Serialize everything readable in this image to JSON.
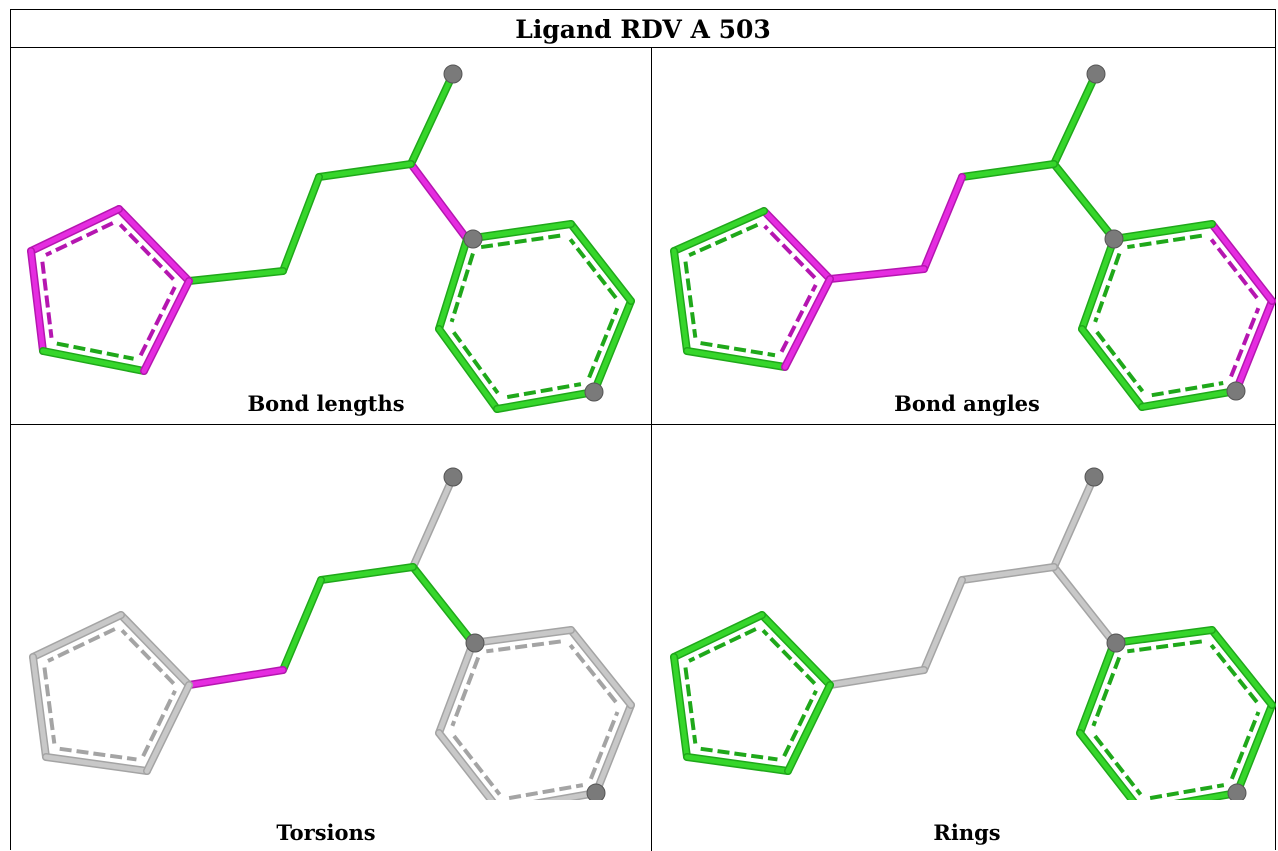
{
  "table": {
    "title": "Ligand RDV A 503",
    "panels": [
      {
        "caption": "Bond lengths"
      },
      {
        "caption": "Bond angles"
      },
      {
        "caption": "Torsions"
      },
      {
        "caption": "Rings"
      }
    ]
  },
  "colors": {
    "green": "#36d62b",
    "green_dark": "#1fa81a",
    "magenta": "#e52ce0",
    "magenta_dark": "#b516b0",
    "gray": "#c8c8c8",
    "gray_dark": "#a4a4a4",
    "atom": "#7a7a7a"
  },
  "bond_colors": {
    "bond_lengths": {
      "chain1": "magenta",
      "chain2": "green",
      "chain3": "green",
      "chain4": "green",
      "chain5": "green",
      "ring_a": [
        "magenta",
        "magenta",
        "magenta",
        "green",
        "magenta"
      ],
      "ring_b": [
        "green",
        "green",
        "green",
        "green",
        "green",
        "green"
      ]
    },
    "bond_angles": {
      "chain1": "green",
      "chain2": "green",
      "chain3": "green",
      "chain4": "magenta",
      "chain5": "magenta",
      "ring_a": [
        "magenta",
        "green",
        "green",
        "green",
        "magenta"
      ],
      "ring_b": [
        "green",
        "green",
        "green",
        "magenta",
        "magenta",
        "green"
      ]
    },
    "torsions": {
      "chain1": "gray",
      "chain2": "green",
      "chain3": "green",
      "chain4": "green",
      "chain5": "magenta",
      "ring_a": [
        "gray",
        "gray",
        "gray",
        "gray",
        "gray"
      ],
      "ring_b": [
        "gray",
        "gray",
        "gray",
        "gray",
        "gray",
        "gray"
      ]
    },
    "rings": {
      "chain1": "gray",
      "chain2": "gray",
      "chain3": "gray",
      "chain4": "gray",
      "chain5": "gray",
      "ring_a": [
        "green",
        "green",
        "green",
        "green",
        "green"
      ],
      "ring_b": [
        "green",
        "green",
        "green",
        "green",
        "green",
        "green"
      ]
    }
  }
}
